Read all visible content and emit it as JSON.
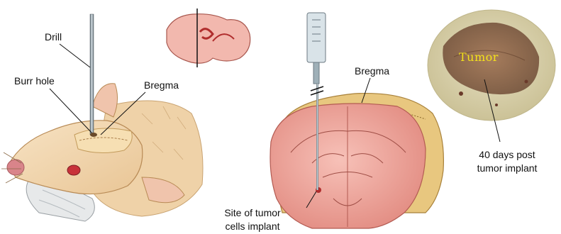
{
  "labels": {
    "drill": "Drill",
    "burr_hole": "Burr hole",
    "bregma_left": "Bregma",
    "bregma_right": "Bregma",
    "site_line1": "Site of tumor",
    "site_line2": "cells implant",
    "tumor": "Tumor",
    "post_line1": "40 days post",
    "post_line2": "tumor implant"
  },
  "colors": {
    "skin": "#f3d8b0",
    "skull": "#e8c77f",
    "brain": "#eda39a",
    "tumor_text": "#f4e21a",
    "section_bg": "#dcd7b8"
  }
}
